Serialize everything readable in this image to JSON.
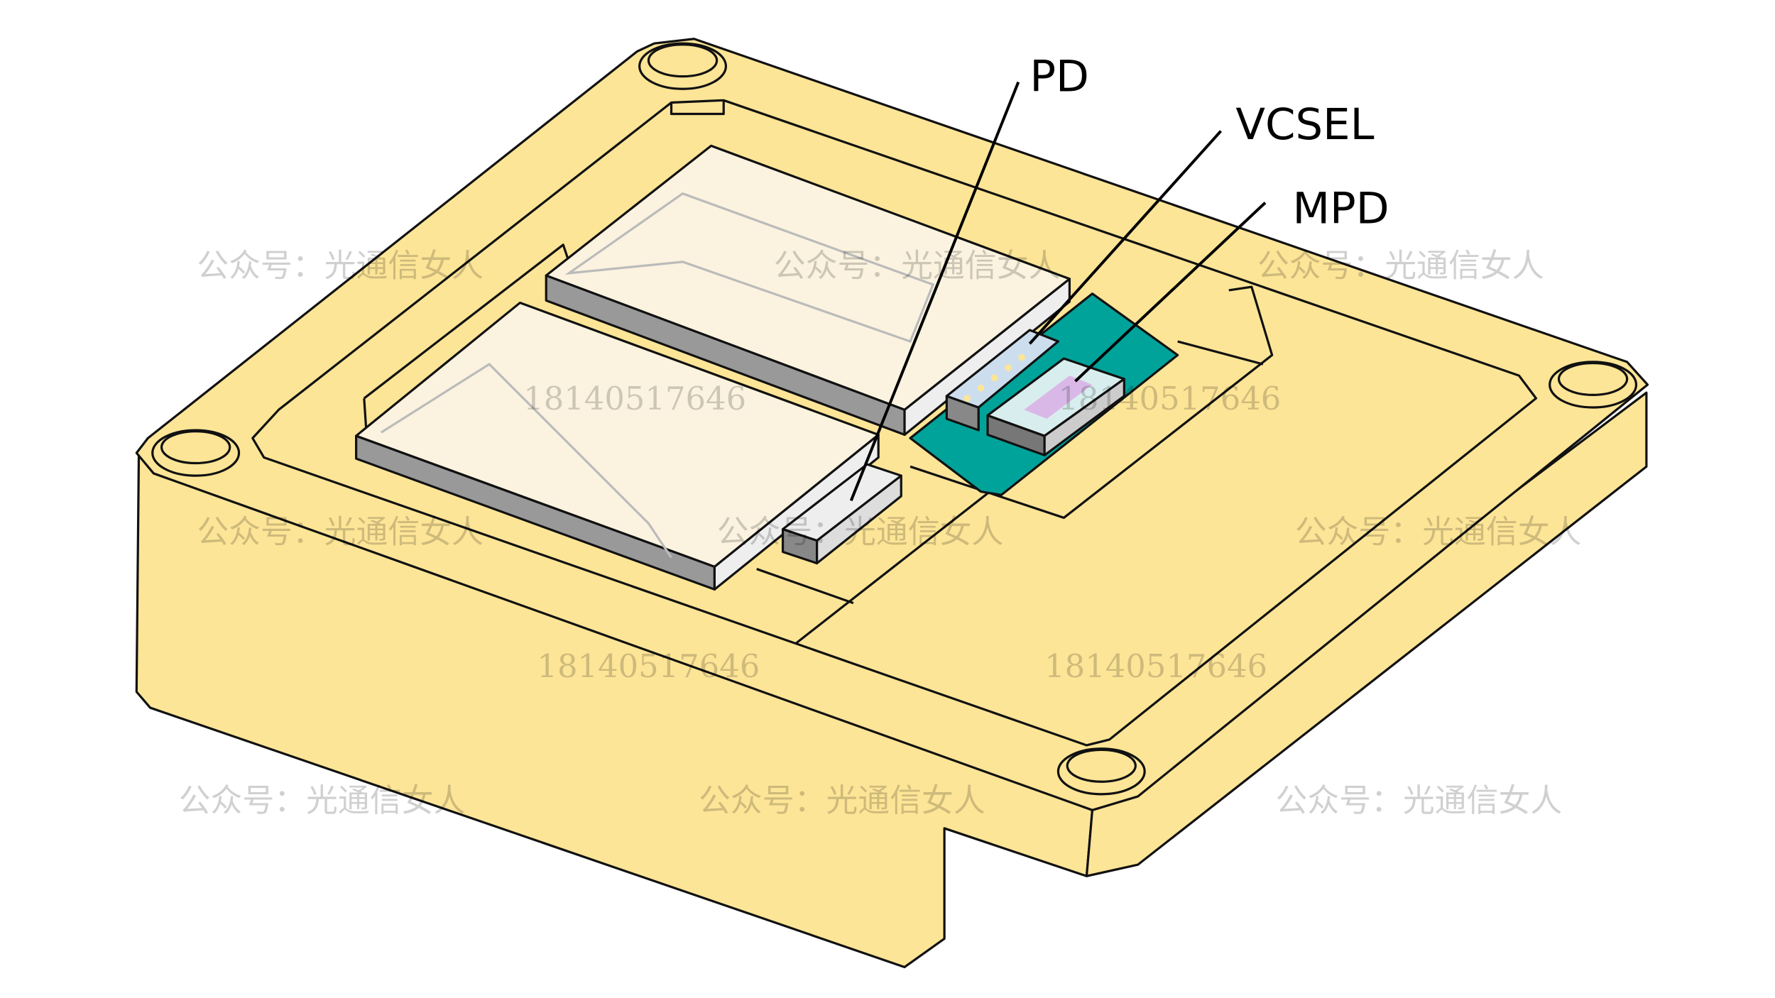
{
  "labels": {
    "pd": "PD",
    "vcsel": "VCSEL",
    "mpd": "MPD"
  },
  "watermarks": {
    "account": "公众号：光通信女人",
    "phone": "18140517646"
  },
  "colors": {
    "housing": "#FDE597",
    "pcb": "#00A39A",
    "lens": "#FBF3DF",
    "lens_side": "#999999"
  }
}
